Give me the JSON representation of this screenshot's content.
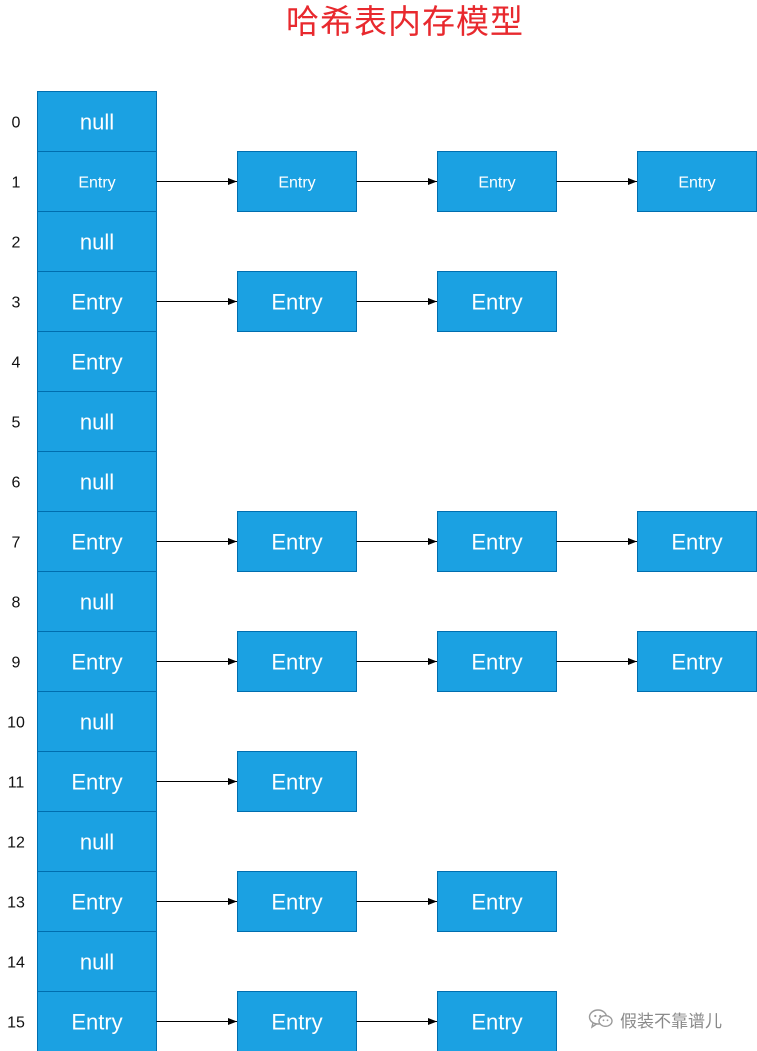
{
  "title": "哈希表内存模型",
  "colors": {
    "box_fill": "#1ba1e2",
    "box_stroke": "#006eaf",
    "box_text": "#ffffff",
    "arrow": "#000000",
    "title": "#e8292e"
  },
  "buckets": [
    {
      "index": "0",
      "label": "null",
      "chain": []
    },
    {
      "index": "1",
      "label": "Entry",
      "chain": [
        "Entry",
        "Entry",
        "Entry"
      ]
    },
    {
      "index": "2",
      "label": "null",
      "chain": []
    },
    {
      "index": "3",
      "label": "Entry",
      "chain": [
        "Entry",
        "Entry"
      ]
    },
    {
      "index": "4",
      "label": "Entry",
      "chain": []
    },
    {
      "index": "5",
      "label": "null",
      "chain": []
    },
    {
      "index": "6",
      "label": "null",
      "chain": []
    },
    {
      "index": "7",
      "label": "Entry",
      "chain": [
        "Entry",
        "Entry",
        "Entry"
      ]
    },
    {
      "index": "8",
      "label": "null",
      "chain": []
    },
    {
      "index": "9",
      "label": "Entry",
      "chain": [
        "Entry",
        "Entry",
        "Entry"
      ]
    },
    {
      "index": "10",
      "label": "null",
      "chain": []
    },
    {
      "index": "11",
      "label": "Entry",
      "chain": [
        "Entry"
      ]
    },
    {
      "index": "12",
      "label": "null",
      "chain": []
    },
    {
      "index": "13",
      "label": "Entry",
      "chain": [
        "Entry",
        "Entry"
      ]
    },
    {
      "index": "14",
      "label": "null",
      "chain": []
    },
    {
      "index": "15",
      "label": "Entry",
      "chain": [
        "Entry",
        "Entry"
      ]
    }
  ],
  "watermark": {
    "text": "假装不靠谱儿",
    "icon": "wechat-icon"
  }
}
